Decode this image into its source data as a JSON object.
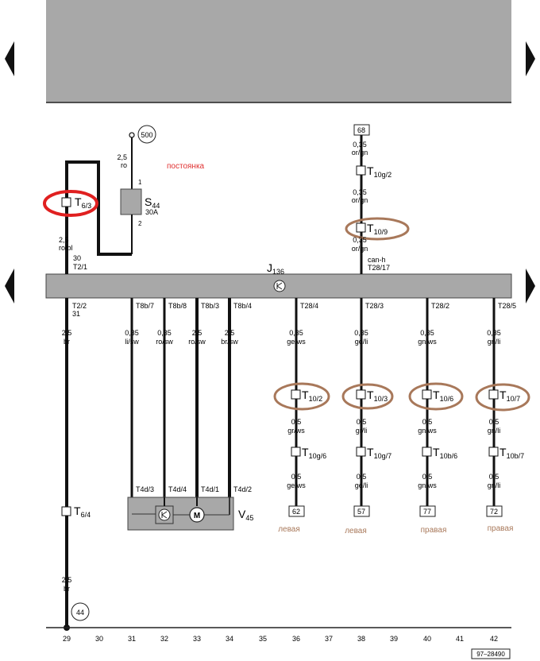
{
  "fuse": {
    "ref_main": "500",
    "wire_size": "2,5",
    "wire_color": "ro",
    "note_constant": "постоянка",
    "pin_top": "1",
    "pin_bottom": "2",
    "name": "S",
    "name_sub": "44",
    "rating": "30A"
  },
  "left_loop": {
    "conn_name": "T",
    "conn_sub": "6/3",
    "wire_size": "2,5",
    "wire_color": "ro/bl",
    "term_num": "30",
    "term_pin": "T2/1"
  },
  "can_line": {
    "ref": "68",
    "w1_size": "0,35",
    "w1_color": "or/gn",
    "conn1_name": "T",
    "conn1_sub": "10g/2",
    "w2_size": "0,35",
    "w2_color": "or/gn",
    "conn2_name": "T",
    "conn2_sub": "10/9",
    "w3_size": "0,35",
    "w3_color": "or/gn",
    "label": "can-h",
    "pin": "T28/17"
  },
  "module": {
    "name": "J",
    "name_sub": "136"
  },
  "ground": {
    "pin": "T2/2",
    "term_num": "31",
    "wire_size": "2,5",
    "wire_color": "br",
    "conn_name": "T",
    "conn_sub": "6/4",
    "wire2_size": "2,5",
    "wire2_color": "br",
    "ref": "44"
  },
  "motor": {
    "name": "V",
    "name_sub": "45",
    "wires": [
      {
        "pin_top": "T8b/7",
        "size": "0,35",
        "color": "li/sw",
        "pin_bottom": "T4d/3"
      },
      {
        "pin_top": "T8b/8",
        "size": "0,35",
        "color": "ro/sw",
        "pin_bottom": "T4d/4"
      },
      {
        "pin_top": "T8b/3",
        "size": "2,5",
        "color": "ro/sw",
        "pin_bottom": "T4d/1"
      },
      {
        "pin_top": "T8b/4",
        "size": "2,5",
        "color": "br/sw",
        "pin_bottom": "T4d/2"
      }
    ]
  },
  "outputs": [
    {
      "pin_top": "T28/4",
      "w1_size": "0,35",
      "w1_color": "ge/ws",
      "conn1_name": "T",
      "conn1_sub": "10/2",
      "w2_size": "0,5",
      "w2_color": "gr/ws",
      "conn2_name": "T",
      "conn2_sub": "10g/6",
      "w3_size": "0,5",
      "w3_color": "ge/ws",
      "ref": "62",
      "side": "левая"
    },
    {
      "pin_top": "T28/3",
      "w1_size": "0,35",
      "w1_color": "ge/li",
      "conn1_name": "T",
      "conn1_sub": "10/3",
      "w2_size": "0,5",
      "w2_color": "gr/li",
      "conn2_name": "T",
      "conn2_sub": "10g/7",
      "w3_size": "0,5",
      "w3_color": "ge/li",
      "ref": "57",
      "side": "левая"
    },
    {
      "pin_top": "T28/2",
      "w1_size": "0,35",
      "w1_color": "gn/ws",
      "conn1_name": "T",
      "conn1_sub": "10/6",
      "w2_size": "0,5",
      "w2_color": "gn/ws",
      "conn2_name": "T",
      "conn2_sub": "10b/6",
      "w3_size": "0,5",
      "w3_color": "gn/ws",
      "ref": "77",
      "side": "правая"
    },
    {
      "pin_top": "T28/5",
      "w1_size": "0,35",
      "w1_color": "gn/li",
      "conn1_name": "T",
      "conn1_sub": "10/7",
      "w2_size": "0,5",
      "w2_color": "gn/li",
      "conn2_name": "T",
      "conn2_sub": "10b/7",
      "w3_size": "0,5",
      "w3_color": "gn/li",
      "ref": "72",
      "side": "правая"
    }
  ],
  "ruler": [
    "29",
    "30",
    "31",
    "32",
    "33",
    "34",
    "35",
    "36",
    "37",
    "38",
    "39",
    "40",
    "41",
    "42"
  ],
  "doc_id": "97–28490",
  "colors": {
    "gray": "#a8a8a8",
    "red": "#e02020",
    "brown": "#a8785a",
    "note_red": "#e03030"
  }
}
